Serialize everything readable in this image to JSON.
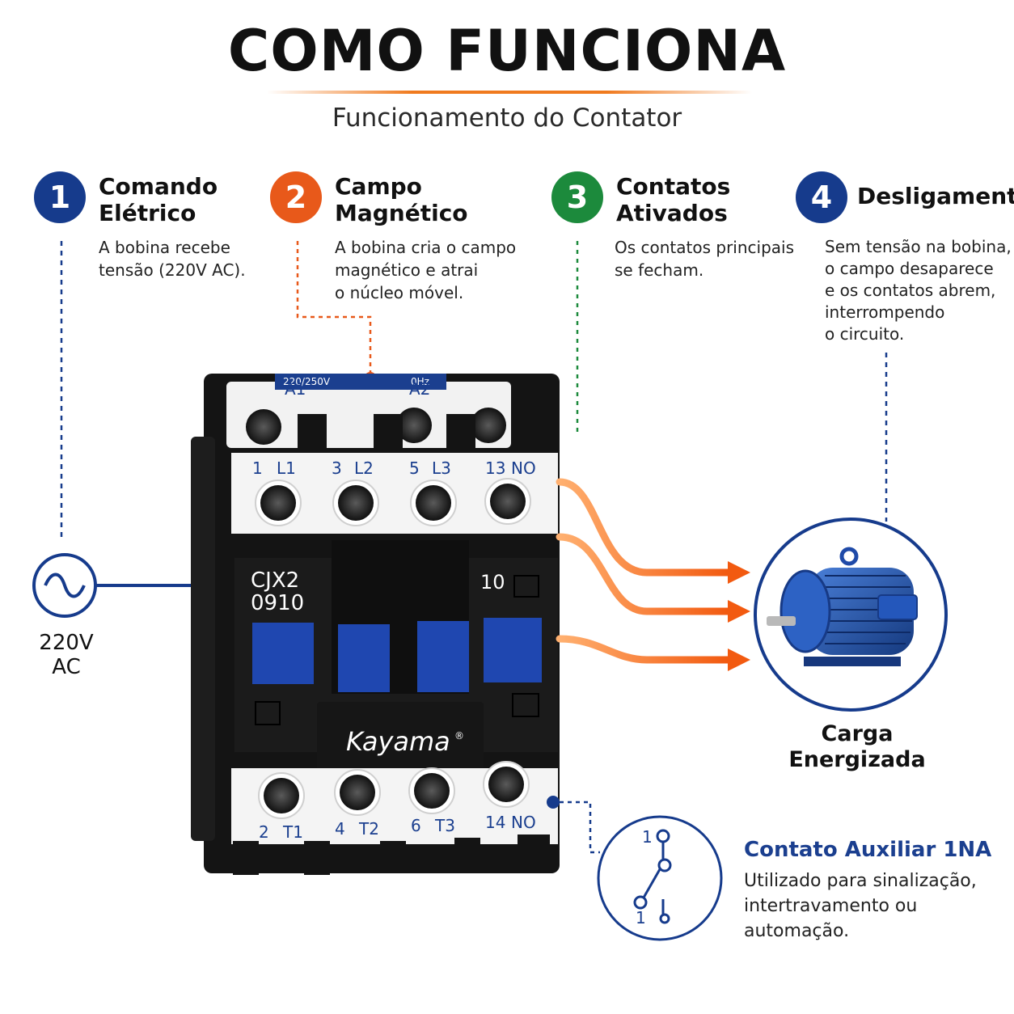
{
  "header": {
    "title": "COMO FUNCIONA",
    "subtitle": "Funcionamento do Contator"
  },
  "steps": [
    {
      "number": "1",
      "title_line1": "Comando",
      "title_line2": "Elétrico",
      "desc_lines": [
        "A bobina recebe",
        "tensão (220V AC)."
      ],
      "color": "#163b8c"
    },
    {
      "number": "2",
      "title_line1": "Campo",
      "title_line2": "Magnético",
      "desc_lines": [
        "A bobina cria o campo",
        "magnético e atrai",
        "o núcleo móvel."
      ],
      "color": "#e8591a"
    },
    {
      "number": "3",
      "title_line1": "Contatos",
      "title_line2": "Ativados",
      "desc_lines": [
        "Os contatos principais",
        "se fecham."
      ],
      "color": "#1c8a3c"
    },
    {
      "number": "4",
      "title_line1": "Desligamento",
      "title_line2": "",
      "desc_lines": [
        "Sem tensão na bobina,",
        "o campo desaparece",
        "e os contatos abrem,",
        "interrompendo",
        "o circuito."
      ],
      "color": "#163b8c"
    }
  ],
  "source": {
    "label_line1": "220V",
    "label_line2": "AC",
    "icon": "ac-sine-icon"
  },
  "contactor": {
    "coil_label": "220/250V",
    "coil_label_mirror": "0Hz",
    "coil_a1": "A1",
    "coil_a2": "A2",
    "model_line1": "CJX2",
    "model_line2": "0910",
    "aux_code": "10",
    "brand": "Kayama",
    "brand_mark": "®",
    "top_terminals": [
      {
        "num": "1",
        "name": "L1"
      },
      {
        "num": "3",
        "name": "L2"
      },
      {
        "num": "5",
        "name": "L3"
      },
      {
        "num": "13",
        "name": "NO"
      }
    ],
    "bottom_terminals": [
      {
        "num": "2",
        "name": "T1"
      },
      {
        "num": "4",
        "name": "T2"
      },
      {
        "num": "6",
        "name": "T3"
      },
      {
        "num": "14",
        "name": "NO"
      }
    ]
  },
  "load": {
    "label_line1": "Carga",
    "label_line2": "Energizada",
    "icon": "electric-motor-icon"
  },
  "auxiliary": {
    "title": "Contato Auxiliar 1NA",
    "desc_lines": [
      "Utilizado para sinalização,",
      "intertravamento ou",
      "automação."
    ],
    "symbol_top": "1",
    "symbol_bottom": "1",
    "icon": "no-contact-symbol-icon"
  },
  "colors": {
    "blue": "#163b8c",
    "orange": "#e8591a",
    "green": "#1c8a3c",
    "arrow": "#f26a14"
  }
}
